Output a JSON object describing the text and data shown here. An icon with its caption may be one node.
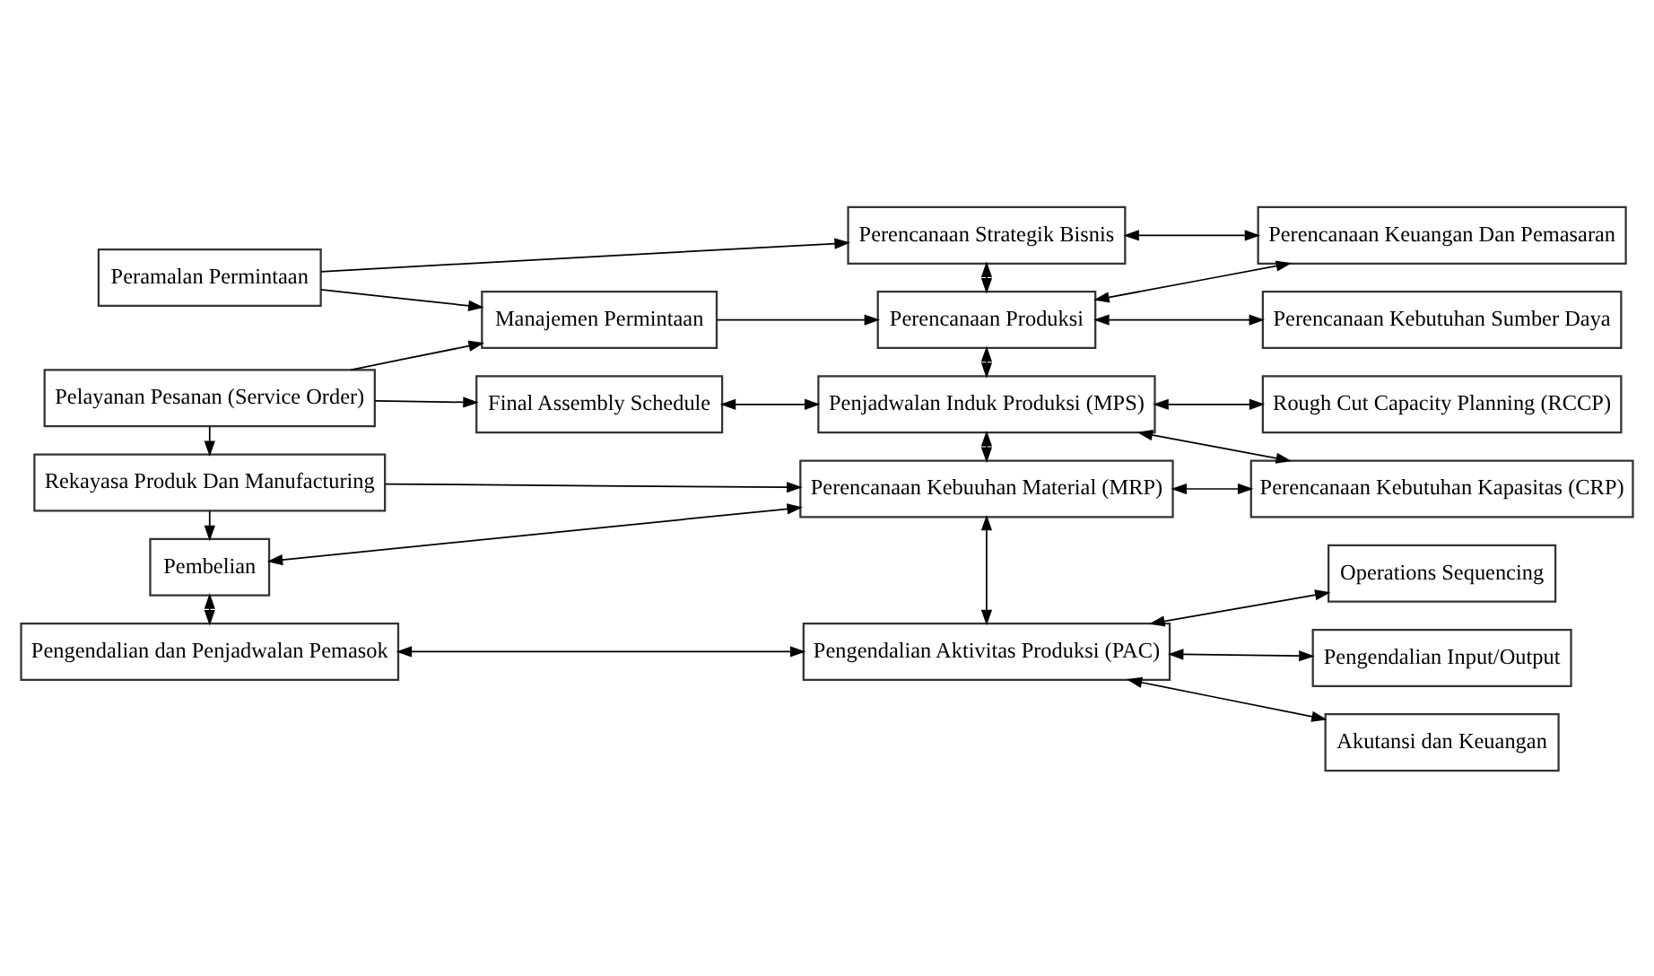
{
  "diagram": {
    "nodes": [
      {
        "text": [
          "Peramalan Permintaan"
        ]
      },
      {
        "text": [
          "Perencanaan Strategik Bisnis"
        ]
      },
      {
        "text": [
          "Perencanaan Keuangan Dan Pemasaran"
        ]
      },
      {
        "text": [
          "Manajemen Permintaan"
        ]
      },
      {
        "text": [
          "Perencanaan Produksi"
        ]
      },
      {
        "text": [
          "Perencanaan Kebutuhan Sumber Daya"
        ]
      },
      {
        "text": [
          "Pelayanan Pesanan (Service Order)"
        ]
      },
      {
        "text": [
          "Final Assembly Schedule"
        ]
      },
      {
        "text": [
          "Penjadwalan Induk Produksi (MPS)"
        ]
      },
      {
        "text": [
          "Rough Cut Capacity Planning (RCCP)"
        ]
      },
      {
        "text": [
          "Rekayasa Produk Dan Manufacturing"
        ]
      },
      {
        "text": [
          "Perencanaan Kebuuhan Material (MRP)"
        ]
      },
      {
        "text": [
          "Perencanaan Kebutuhan Kapasitas (CRP)"
        ]
      },
      {
        "text": [
          "Pembelian"
        ]
      },
      {
        "text": [
          "Pengendalian Aktivitas Produksi (PAC)"
        ]
      },
      {
        "text": [
          "Operations Sequencing"
        ]
      },
      {
        "text": [
          "Pengendalian dan Penjadwalan Pemasok"
        ]
      },
      {
        "text": [
          "Pengendalian Input/Output"
        ]
      },
      {
        "text": [
          "Akutansi dan Keuangan"
        ]
      }
    ],
    "edges": [
      {
        "from": 0,
        "to": 1,
        "arrow": "to"
      },
      {
        "from": 0,
        "to": 3,
        "arrow": "to"
      },
      {
        "from": 1,
        "to": 2,
        "arrow": "both"
      },
      {
        "from": 3,
        "to": 4,
        "arrow": "to"
      },
      {
        "from": 1,
        "to": 4,
        "arrow": "both"
      },
      {
        "from": 4,
        "to": 2,
        "arrow": "both"
      },
      {
        "from": 4,
        "to": 5,
        "arrow": "both"
      },
      {
        "from": 6,
        "to": 3,
        "arrow": "to"
      },
      {
        "from": 6,
        "to": 7,
        "arrow": "to"
      },
      {
        "from": 7,
        "to": 8,
        "arrow": "both"
      },
      {
        "from": 4,
        "to": 8,
        "arrow": "both"
      },
      {
        "from": 8,
        "to": 9,
        "arrow": "both"
      },
      {
        "from": 6,
        "to": 10,
        "arrow": "to"
      },
      {
        "from": 8,
        "to": 12,
        "arrow": "both"
      },
      {
        "from": 8,
        "to": 11,
        "arrow": "both"
      },
      {
        "from": 10,
        "to": 11,
        "arrow": "to"
      },
      {
        "from": 10,
        "to": 13,
        "arrow": "to"
      },
      {
        "from": 13,
        "to": 11,
        "arrow": "both"
      },
      {
        "from": 11,
        "to": 12,
        "arrow": "both"
      },
      {
        "from": 11,
        "to": 14,
        "arrow": "both"
      },
      {
        "from": 13,
        "to": 16,
        "arrow": "both"
      },
      {
        "from": 16,
        "to": 14,
        "arrow": "both"
      },
      {
        "from": 14,
        "to": 15,
        "arrow": "both"
      },
      {
        "from": 14,
        "to": 17,
        "arrow": "both"
      },
      {
        "from": 14,
        "to": 18,
        "arrow": "both"
      }
    ]
  }
}
